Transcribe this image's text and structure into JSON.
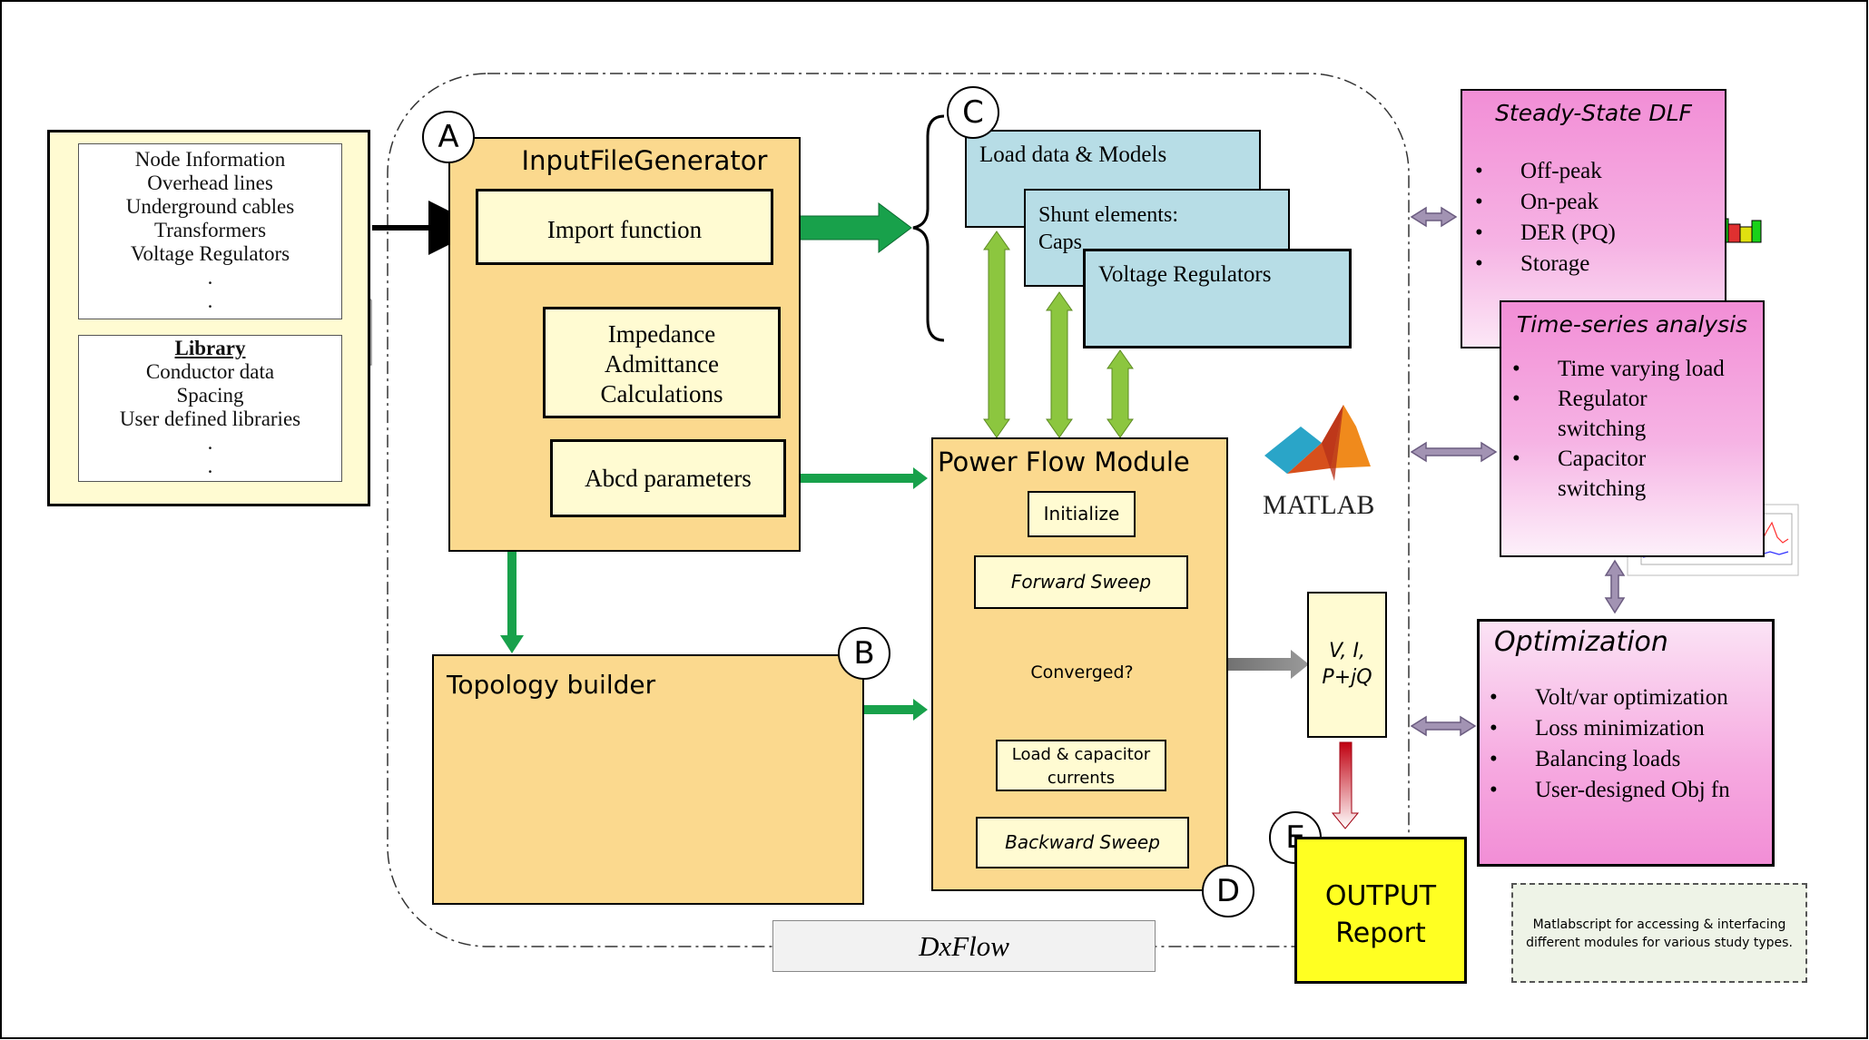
{
  "data_panel": {
    "items": [
      "Node Information",
      "Overhead lines",
      "Underground cables",
      "Transformers",
      "Voltage Regulators",
      ".",
      "."
    ],
    "library_title": "Library",
    "library_items": [
      "Conductor data",
      "Spacing",
      "User defined libraries",
      ".",
      "."
    ]
  },
  "labels": {
    "a": "A",
    "b": "B",
    "c": "C",
    "d": "D",
    "e": "E"
  },
  "input_generator": {
    "title": "InputFileGenerator",
    "import": "Import function",
    "impedance": [
      "Impedance",
      "Admittance",
      "Calculations"
    ],
    "abcd": "Abcd parameters"
  },
  "models": {
    "load": "Load data & Models",
    "shunt": [
      "Shunt elements:",
      "Caps"
    ],
    "regulators": "Voltage Regulators"
  },
  "power_flow": {
    "title": "Power Flow Module",
    "initialize": "Initialize",
    "forward": "Forward Sweep",
    "converged": "Converged?",
    "currents": [
      "Load & capacitor",
      "currents"
    ],
    "backward": "Backward Sweep"
  },
  "topology": {
    "title": "Topology builder"
  },
  "matlab": {
    "label": "MATLAB"
  },
  "results": {
    "lines": [
      "V, I,",
      "P+jQ"
    ]
  },
  "output": {
    "lines": [
      "OUTPUT",
      "Report"
    ]
  },
  "dxflow": {
    "label": "DxFlow"
  },
  "steady_state": {
    "title": "Steady-State DLF",
    "items": [
      "Off-peak",
      "On-peak",
      "DER (PQ)",
      "Storage"
    ]
  },
  "time_series": {
    "title": "Time-series analysis",
    "items": [
      [
        "Time varying load"
      ],
      [
        "Regulator",
        "switching"
      ],
      [
        "Capacitor",
        "switching"
      ]
    ]
  },
  "optimization": {
    "title": "Optimization",
    "items": [
      "Volt/var optimization",
      "Loss minimization",
      "Balancing loads",
      "User-designed Obj fn"
    ]
  },
  "note": {
    "lines": [
      "Matlabscript for accessing & interfacing",
      "different modules for various study types."
    ]
  },
  "colors": {
    "orange_fill": "#fbd98e",
    "inner_fill": "#fffbd2",
    "blue_fill": "#b7dde6",
    "pink": "#f592d8",
    "green_arrow": "#149a46",
    "light_green": "#8cc63f",
    "purple_arrow": "#a293b3",
    "gray_arrow": "#808080",
    "red_arrow": "#c0101a"
  }
}
